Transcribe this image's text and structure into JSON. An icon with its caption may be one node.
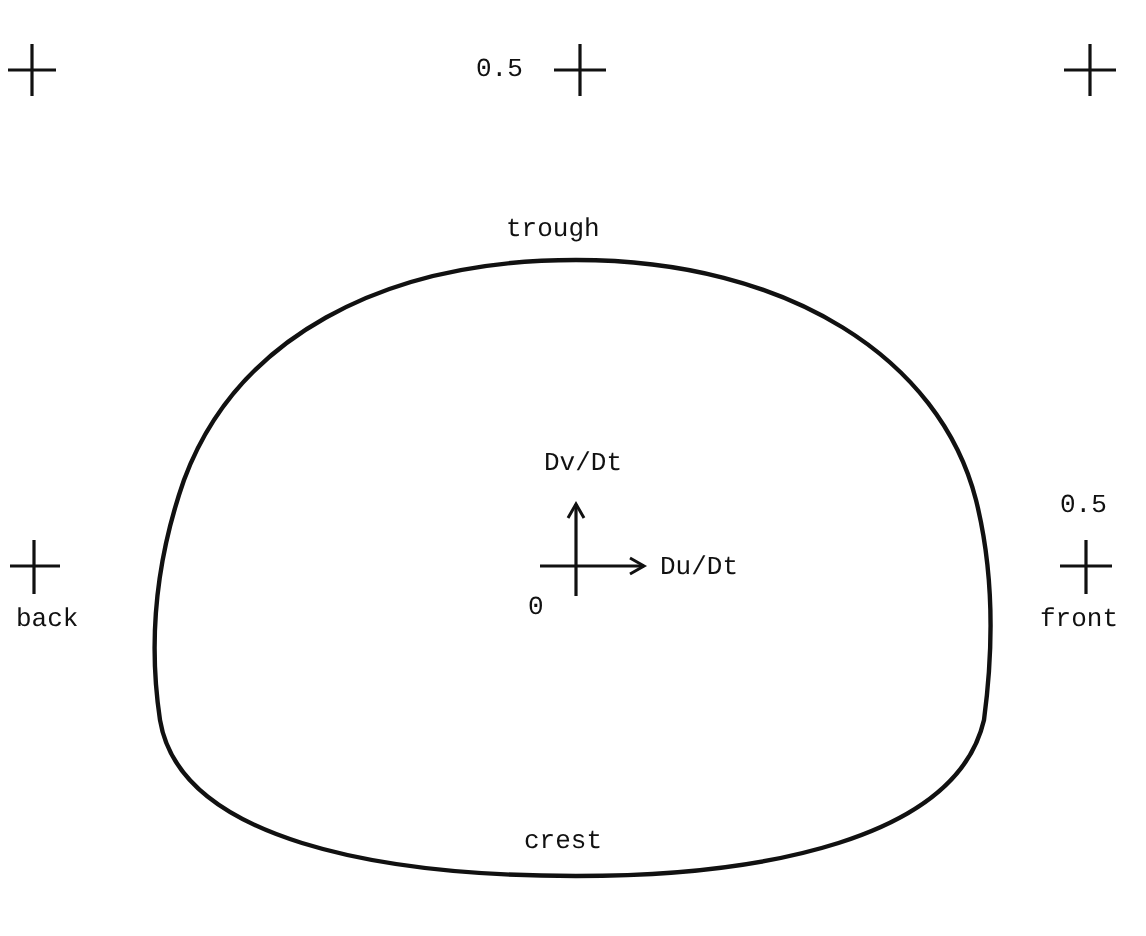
{
  "diagram": {
    "labels": [
      "0.5",
      "trough",
      "Dv/Dt",
      "Du/Dt",
      "0",
      "0.5",
      "back",
      "front",
      "crest"
    ]
  }
}
